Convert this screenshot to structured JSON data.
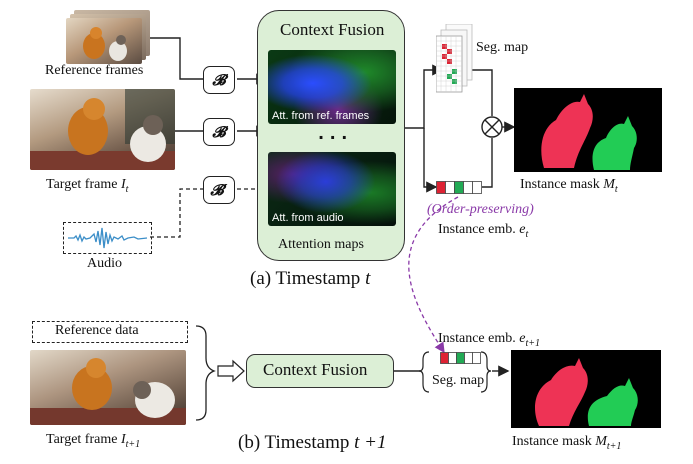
{
  "panel_a": {
    "reference_frames_label": "Reference frames",
    "target_frame_label": "Target frame",
    "target_frame_var": "I",
    "target_frame_sub": "t",
    "audio_label": "Audio",
    "encoder_b": "𝓑",
    "encoder_b_prime": "𝓑′",
    "context_fusion_title": "Context Fusion",
    "att_ref_caption": "Att. from ref. frames",
    "att_audio_caption": "Att. from audio",
    "ellipsis": "· · ·",
    "attention_maps_label": "Attention maps",
    "seg_map_label": "Seg. map",
    "instance_mask_label": "Instance mask",
    "instance_mask_var": "M",
    "instance_mask_sub": "t",
    "order_preserving_label": "(Order-preserving)",
    "instance_emb_label": "Instance emb.",
    "instance_emb_var": "e",
    "instance_emb_sub": "t",
    "caption": "(a) Timestamp",
    "caption_var": "t"
  },
  "panel_b": {
    "reference_data_label": "Reference data",
    "target_frame_label": "Target frame",
    "target_frame_var": "I",
    "target_frame_sub": "t+1",
    "context_fusion_label": "Context Fusion",
    "instance_emb_label": "Instance emb.",
    "instance_emb_var": "e",
    "instance_emb_sub": "t+1",
    "seg_map_label": "Seg. map",
    "instance_mask_label": "Instance mask",
    "instance_mask_var": "M",
    "instance_mask_sub": "t+1",
    "caption": "(b) Timestamp",
    "caption_var": "t +1"
  },
  "colors": {
    "context_fusion_fill": "#dcefd6",
    "context_fusion_border": "#333333",
    "order_preserving": "#8a3aa8",
    "mask_red": "#ee3355",
    "mask_green": "#22cc55",
    "emb_red": "#dd2233",
    "emb_green": "#22aa55"
  }
}
